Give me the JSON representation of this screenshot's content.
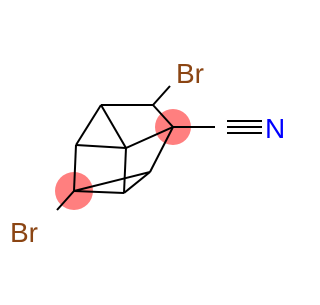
{
  "molecule": {
    "atom_labels": {
      "br_top": "Br",
      "br_bottom": "Br",
      "nitrogen": "N"
    },
    "colors": {
      "bond": "#000000",
      "bromine": "#8B4513",
      "nitrogen": "#0000FF",
      "highlight": "#FF7F7F",
      "background": "#FFFFFF"
    }
  }
}
